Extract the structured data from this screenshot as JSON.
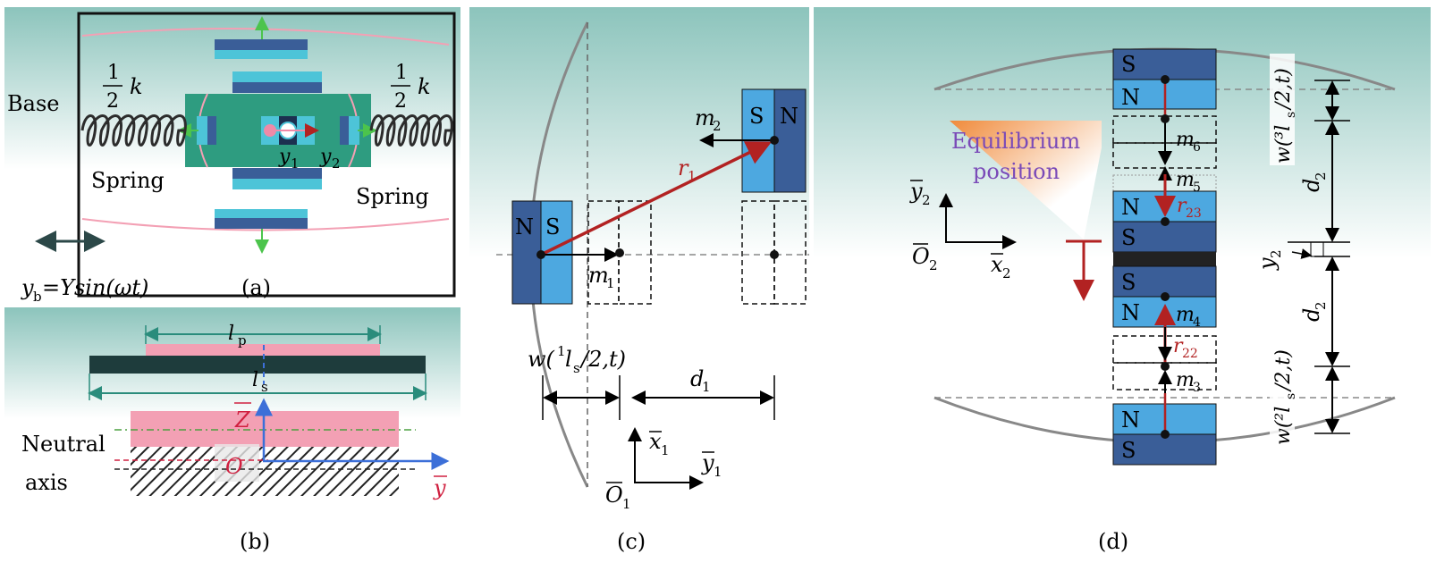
{
  "panel_a": {
    "base_label": "Base",
    "k_left_num": "1",
    "k_left_den": "2",
    "k_left_sym": "k",
    "k_right_num": "1",
    "k_right_den": "2",
    "k_right_sym": "k",
    "spring_left_label": "Spring",
    "spring_right_label": "Spring",
    "y1_label": "y",
    "y1_sub": "1",
    "y2_label": "y",
    "y2_sub": "2",
    "base_motion": "y_b = Y sin(ωt)",
    "base_motion_y": "y",
    "base_motion_sub": "b",
    "base_motion_rhs": "=Ysin(ωt)",
    "caption": "(a)"
  },
  "panel_b": {
    "lp_label": "l",
    "lp_sub": "p",
    "ls_label": "l",
    "ls_sub": "s",
    "z_label": "Z",
    "o_label": "O",
    "y_label": "y",
    "neutral_line1": "Neutral",
    "neutral_line2": "axis",
    "caption": "(b)"
  },
  "panel_c": {
    "n_left": "N",
    "s_left": "S",
    "s_right": "S",
    "n_right": "N",
    "m1": "m",
    "m1_sub": "1",
    "m2": "m",
    "m2_sub": "2",
    "r1": "r",
    "r1_sub": "1",
    "y1": "y",
    "y1_sub": "1",
    "w_label": "w(",
    "w_sup": "1",
    "w_l": "l",
    "w_sub": "s",
    "w_tail": "/2,t)",
    "d1": "d",
    "d1_sub": "1",
    "x1": "x",
    "x1_sub": "1",
    "y1bar": "y",
    "y1bar_sub": "1",
    "o1": "O",
    "o1_sub": "1",
    "caption": "(c)"
  },
  "panel_d": {
    "eq_line1": "Equilibrium",
    "eq_line2": "position",
    "y2bar": "y",
    "y2bar_sub": "2",
    "o2": "O",
    "o2_sub": "2",
    "x2": "x",
    "x2_sub": "2",
    "magnets": [
      "S",
      "N",
      "N",
      "S",
      "S",
      "N",
      "N",
      "S"
    ],
    "m6": "m",
    "m6_sub": "6",
    "m5": "m",
    "m5_sub": "5",
    "m4": "m",
    "m4_sub": "4",
    "m3": "m",
    "m3_sub": "3",
    "r23": "r",
    "r23_sub": "23",
    "r22": "r",
    "r22_sub": "22",
    "w3": "w(³l",
    "w3_sub": "s",
    "w3_tail": "/2,t)",
    "w2": "w(²l",
    "w2_sub": "s",
    "w2_tail": "/2,t)",
    "d2_top": "d",
    "d2_top_sub": "2",
    "d2_bot": "d",
    "d2_bot_sub": "2",
    "y2": "y",
    "y2_sub": "2",
    "caption": "(d)"
  },
  "colors": {
    "teal_top": "#8cc4bc",
    "panel_fade": "#ffffff",
    "magnet_dark": "#3a5e98",
    "magnet_light": "#4da8e0",
    "arrow_red": "#b22222",
    "arrow_green": "#4cc44c",
    "pink": "#f3a0b4",
    "beam_dark": "#1e3c3c",
    "orange": "#f08a3a",
    "blue_axis": "#3c6fd8"
  }
}
